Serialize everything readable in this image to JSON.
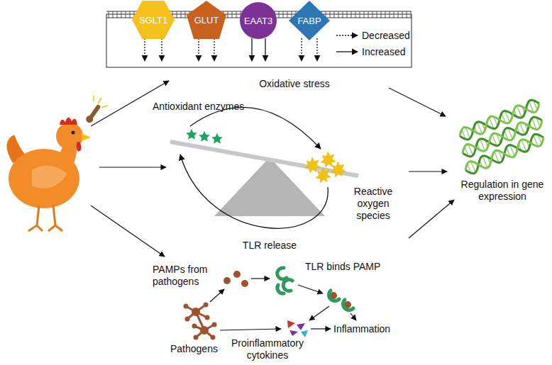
{
  "diagram": {
    "nodes": [
      {
        "text": [
          "SGLT1"
        ]
      },
      {
        "text": [
          "GLUT"
        ]
      },
      {
        "text": [
          "EAAT3"
        ]
      },
      {
        "text": [
          "FABP"
        ]
      }
    ],
    "labels": [
      "Oxidative stress",
      "Antioxidant enzymes",
      "Reactive oxygen species",
      "TLR release",
      "TLR binds PAMP",
      "PAMPs from pathogens",
      "Inflammation",
      "Pathogens",
      "Proinflammatory cytokines",
      "Regulation in gene expression"
    ],
    "legend": [
      {
        "text": "Decreased"
      },
      {
        "text": "Increased"
      }
    ]
  }
}
